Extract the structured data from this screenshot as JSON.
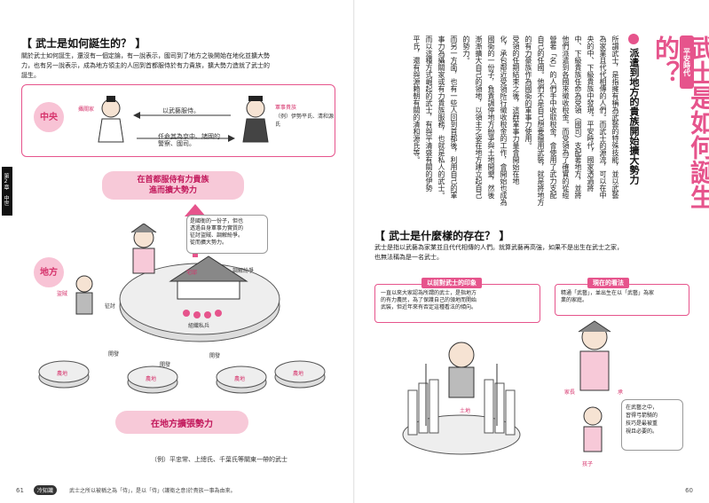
{
  "left_page": {
    "section_heading": "【 武士是如何誕生的？ 】",
    "intro_line1": "關於武士如何誕生，還沒有一個定論，有一說表示，國司到了地方之後開始在地化並擴大勢",
    "intro_line2": "力，也有另一說表示，成為地方領主的人回到首都服侍於有力貴族，擴大勢力造就了武士的",
    "intro_line3": "誕生。",
    "center_label": "中央",
    "region_label": "地方",
    "noble_label": "攝關家",
    "military_noble_label": "軍事貴族",
    "military_noble_example": "（例）伊勢平氏、清和源氏",
    "serve_arrow_text": "以武藝服侍。",
    "appoint_text_line1": "任命其為京中、諸國的",
    "appoint_text_line2": "警察、國司。",
    "appoint_text_line3": "",
    "band_upper_line1": "在首都服侍有力貴族",
    "band_upper_line2": "進而擴大勢力",
    "speech_line1": "是國衙的一份子，但也",
    "speech_line2": "透過自身軍事力實質的",
    "speech_line3": "征討盜賊、調解紛爭。",
    "speech_line4": "從而擴大勢力。",
    "bandit_label": "盜賊",
    "subdue_label": "征討",
    "dispute_label": "調解紛爭",
    "house_label": "宅邸",
    "retainers_label": "組織私兵",
    "develop_label": "開發",
    "field_label": "農地",
    "band_lower": "在地方擴張勢力",
    "example_bottom": "（例）平忠常、上總氏、千葉氏等關東一帶的武士",
    "chapter_tab": "第2章",
    "chapter_sub": "中世",
    "page_number": "61",
    "footer_badge": "冷知識",
    "footer_text": "武士之所以被稱之為「侍」，是以「侍」(護衛之意)於貴族一事為由來。"
  },
  "right_page": {
    "era_tag": "平安時代",
    "main_title": "武士是如何誕生的？",
    "subtitle": "派遣到地方的貴族開始擴大勢力",
    "body_col1": "所謂武士，是指擁有稱為武藝的特殊技能，並以武藝",
    "body_col2": "為家業且代代相傳的人們。而武士的源流，可以在中",
    "body_col3": "央的中、下級貴族中發現。平安時代，國家透過將",
    "body_col4": "中、下級貴族任命為受領（國司）支配著地方，並將",
    "body_col5": "他們派遣到各國來徵收稅金。而受領為了確實的從經",
    "body_col6": "營著「名」的人們手中收取稅金，會使用了武力支配",
    "body_col7": "自己的任國。他們不是自己想要擅用武裝，就是將地方",
    "body_col8": "的有力豪族作為國衙的軍事力使用。",
    "body_col9": "受領的任期結束之後，這群軍事力量會開始在地",
    "body_col10": "化，承包鄰近受領所行徵收稅金的工作，會開始也成為",
    "body_col11": "國衙的一份子，負責調停地方紛爭與土地開墾，然後",
    "body_col12": "漸漸擴大自己的領地，以領主之姿在地方建立起自己",
    "body_col13": "的勢力。",
    "body_col14": "而另一方面，也有一些人回到首都後，利用自己的軍",
    "body_col15": "事力為攝關家或有力貴族服務，也就是私人的武士。",
    "body_col16": "而以這種方式崛起的武士，有與平清盛有關的伊勢",
    "body_col17": "平氏，還有與源賴朝有關的清和源氏等。",
    "section2_heading": "【 武士是什麼樣的存在？ 】",
    "sec2_line1": "武士是指以武藝為家業並且代代相傳的人們。就算武藝再高強，如果不是出生在武士之家，",
    "sec2_line2": "也無法稱為是一名武士。",
    "old_view_label": "以前對武士的印象",
    "old_view_line1": "一直以來大家認為所謂的武士，是指地方",
    "old_view_line2": "的有力農民，為了保護自己的領地而開始",
    "old_view_line3": "武裝，但近年來有否定這種看法的傾向。",
    "new_view_label": "現在的看法",
    "new_view_line1": "精通「武藝」，並出生在以「武藝」為家",
    "new_view_line2": "業的家庭。",
    "land_label": "土地",
    "family_head_label": "家長",
    "inheritance_label": "承",
    "child_label": "孩子",
    "note_line1": "在武藝之中，",
    "note_line2": "習得弓箭騎的",
    "note_line3": "技巧是最被重",
    "note_line4": "視且必要的。",
    "page_number": "60"
  },
  "colors": {
    "accent_pink": "#e6548c",
    "soft_pink": "#f7c9d8",
    "dark_text": "#222222"
  }
}
